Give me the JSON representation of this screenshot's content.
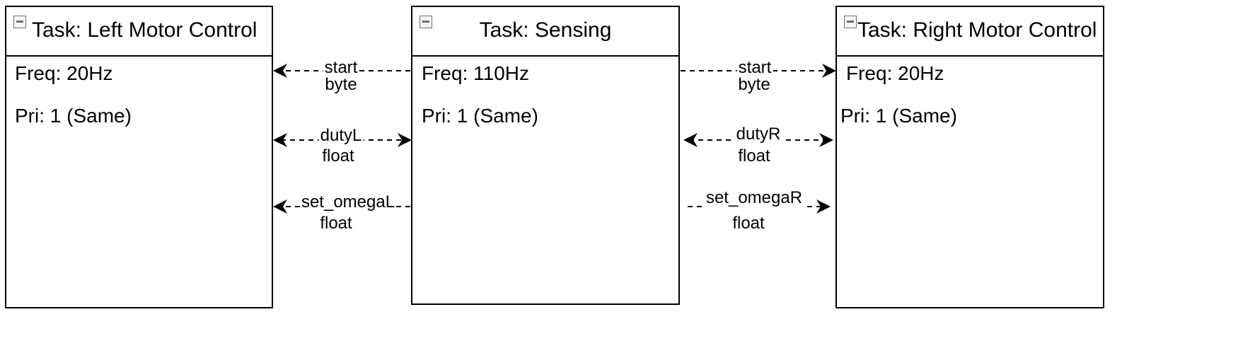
{
  "tasks": {
    "left": {
      "title": "Task: Left Motor Control",
      "freq": "Freq: 20Hz",
      "pri": "Pri: 1 (Same)"
    },
    "sensing": {
      "title": "Task: Sensing",
      "freq": "Freq: 110Hz",
      "pri": "Pri: 1 (Same)"
    },
    "right": {
      "title": "Task: Right Motor Control",
      "freq": "Freq: 20Hz",
      "pri": "Pri: 1 (Same)"
    }
  },
  "edges": {
    "start_left": {
      "name": "start",
      "type": "byte",
      "direction": "sensing-to-left"
    },
    "duty_l": {
      "name": "dutyL",
      "type": "float",
      "direction": "bidirectional"
    },
    "omega_l": {
      "name": "set_omegaL",
      "type": "float",
      "direction": "sensing-to-left"
    },
    "start_right": {
      "name": "start",
      "type": "byte",
      "direction": "sensing-to-right"
    },
    "duty_r": {
      "name": "dutyR",
      "type": "float",
      "direction": "bidirectional"
    },
    "omega_r": {
      "name": "set_omegaR",
      "type": "float",
      "direction": "sensing-to-right"
    }
  },
  "colors": {
    "line": "#000000",
    "icon": "#6f6f6f"
  },
  "icons": {
    "collapse": "minus-square-icon",
    "arrowhead": "arrowhead-icon"
  }
}
